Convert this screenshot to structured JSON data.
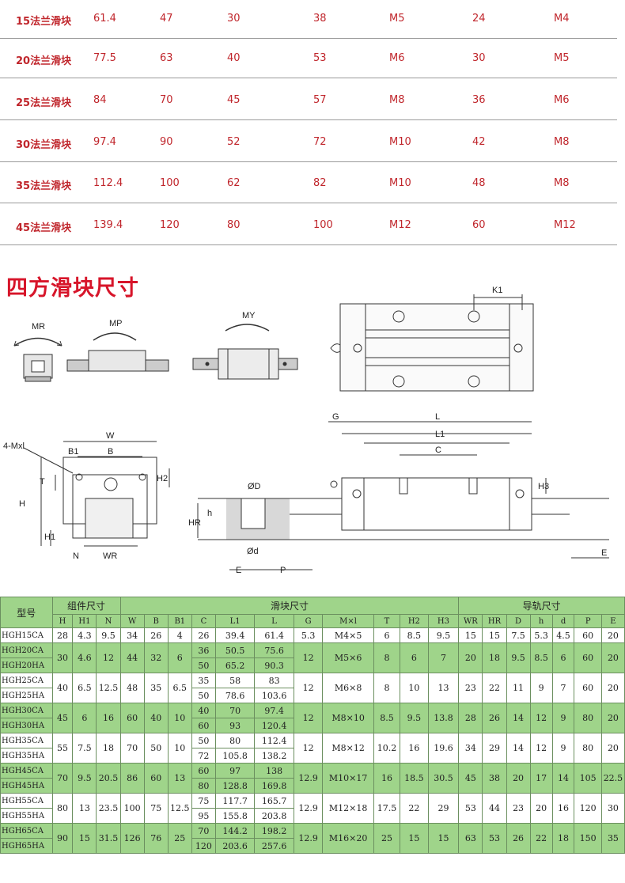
{
  "flange_table": {
    "rows": [
      [
        "15法兰滑块",
        "61.4",
        "47",
        "30",
        "38",
        "M5",
        "24",
        "M4"
      ],
      [
        "20法兰滑块",
        "77.5",
        "63",
        "40",
        "53",
        "M6",
        "30",
        "M5"
      ],
      [
        "25法兰滑块",
        "84",
        "70",
        "45",
        "57",
        "M8",
        "36",
        "M6"
      ],
      [
        "30法兰滑块",
        "97.4",
        "90",
        "52",
        "72",
        "M10",
        "42",
        "M8"
      ],
      [
        "35法兰滑块",
        "112.4",
        "100",
        "62",
        "82",
        "M10",
        "48",
        "M8"
      ],
      [
        "45法兰滑块",
        "139.4",
        "120",
        "80",
        "100",
        "M12",
        "60",
        "M12"
      ]
    ]
  },
  "section_title": "四方滑块尺寸",
  "drawing_labels": {
    "mr": "MR",
    "mp": "MP",
    "my": "MY",
    "k1": "K1",
    "w": "W",
    "b": "B",
    "b1": "B1",
    "mxl": "4-Mxl",
    "t": "T",
    "h": "H",
    "h1": "H1",
    "h2": "H2",
    "n": "N",
    "wr": "WR",
    "g": "G",
    "l": "L",
    "l1": "L1",
    "c": "C",
    "h3": "H3",
    "od": "ØD",
    "h_small": "h",
    "hr": "HR",
    "od_small": "Ød",
    "e": "E",
    "p": "P"
  },
  "spec_table": {
    "group_headers": {
      "model": "型号",
      "assembly": "组件尺寸",
      "block": "滑块尺寸",
      "rail": "导轨尺寸"
    },
    "columns": [
      "H",
      "H1",
      "N",
      "W",
      "B",
      "B1",
      "C",
      "L1",
      "L",
      "G",
      "M×l",
      "T",
      "H2",
      "H3",
      "WR",
      "HR",
      "D",
      "h",
      "d",
      "P",
      "E"
    ],
    "groups": [
      {
        "ca": "HGH15CA",
        "ha": "",
        "H": "28",
        "H1": "4.3",
        "N": "9.5",
        "W": "34",
        "B": "26",
        "B1": "4",
        "C": [
          "26"
        ],
        "L1": [
          "39.4"
        ],
        "L": [
          "61.4"
        ],
        "G": "5.3",
        "M": "M4×5",
        "T": "6",
        "H2": "8.5",
        "H3": "9.5",
        "WR": "15",
        "HR": "15",
        "D": "7.5",
        "h": "5.3",
        "d": "4.5",
        "P": "60",
        "E": "20"
      },
      {
        "ca": "HGH20CA",
        "ha": "HGH20HA",
        "H": "30",
        "H1": "4.6",
        "N": "12",
        "W": "44",
        "B": "32",
        "B1": "6",
        "C": [
          "36",
          "50"
        ],
        "L1": [
          "50.5",
          "65.2"
        ],
        "L": [
          "75.6",
          "90.3"
        ],
        "G": "12",
        "M": "M5×6",
        "T": "8",
        "H2": "6",
        "H3": "7",
        "WR": "20",
        "HR": "18",
        "D": "9.5",
        "h": "8.5",
        "d": "6",
        "P": "60",
        "E": "20"
      },
      {
        "ca": "HGH25CA",
        "ha": "HGH25HA",
        "H": "40",
        "H1": "6.5",
        "N": "12.5",
        "W": "48",
        "B": "35",
        "B1": "6.5",
        "C": [
          "35",
          "50"
        ],
        "L1": [
          "58",
          "78.6"
        ],
        "L": [
          "83",
          "103.6"
        ],
        "G": "12",
        "M": "M6×8",
        "T": "8",
        "H2": "10",
        "H3": "13",
        "WR": "23",
        "HR": "22",
        "D": "11",
        "h": "9",
        "d": "7",
        "P": "60",
        "E": "20"
      },
      {
        "ca": "HGH30CA",
        "ha": "HGH30HA",
        "H": "45",
        "H1": "6",
        "N": "16",
        "W": "60",
        "B": "40",
        "B1": "10",
        "C": [
          "40",
          "60"
        ],
        "L1": [
          "70",
          "93"
        ],
        "L": [
          "97.4",
          "120.4"
        ],
        "G": "12",
        "M": "M8×10",
        "T": "8.5",
        "H2": "9.5",
        "H3": "13.8",
        "WR": "28",
        "HR": "26",
        "D": "14",
        "h": "12",
        "d": "9",
        "P": "80",
        "E": "20"
      },
      {
        "ca": "HGH35CA",
        "ha": "HGH35HA",
        "H": "55",
        "H1": "7.5",
        "N": "18",
        "W": "70",
        "B": "50",
        "B1": "10",
        "C": [
          "50",
          "72"
        ],
        "L1": [
          "80",
          "105.8"
        ],
        "L": [
          "112.4",
          "138.2"
        ],
        "G": "12",
        "M": "M8×12",
        "T": "10.2",
        "H2": "16",
        "H3": "19.6",
        "WR": "34",
        "HR": "29",
        "D": "14",
        "h": "12",
        "d": "9",
        "P": "80",
        "E": "20"
      },
      {
        "ca": "HGH45CA",
        "ha": "HGH45HA",
        "H": "70",
        "H1": "9.5",
        "N": "20.5",
        "W": "86",
        "B": "60",
        "B1": "13",
        "C": [
          "60",
          "80"
        ],
        "L1": [
          "97",
          "128.8"
        ],
        "L": [
          "138",
          "169.8"
        ],
        "G": "12.9",
        "M": "M10×17",
        "T": "16",
        "H2": "18.5",
        "H3": "30.5",
        "WR": "45",
        "HR": "38",
        "D": "20",
        "h": "17",
        "d": "14",
        "P": "105",
        "E": "22.5"
      },
      {
        "ca": "HGH55CA",
        "ha": "HGH55HA",
        "H": "80",
        "H1": "13",
        "N": "23.5",
        "W": "100",
        "B": "75",
        "B1": "12.5",
        "C": [
          "75",
          "95"
        ],
        "L1": [
          "117.7",
          "155.8"
        ],
        "L": [
          "165.7",
          "203.8"
        ],
        "G": "12.9",
        "M": "M12×18",
        "T": "17.5",
        "H2": "22",
        "H3": "29",
        "WR": "53",
        "HR": "44",
        "D": "23",
        "h": "20",
        "d": "16",
        "P": "120",
        "E": "30"
      },
      {
        "ca": "HGH65CA",
        "ha": "HGH65HA",
        "H": "90",
        "H1": "15",
        "N": "31.5",
        "W": "126",
        "B": "76",
        "B1": "25",
        "C": [
          "70",
          "120"
        ],
        "L1": [
          "144.2",
          "203.6"
        ],
        "L": [
          "198.2",
          "257.6"
        ],
        "G": "12.9",
        "M": "M16×20",
        "T": "25",
        "H2": "15",
        "H3": "15",
        "WR": "63",
        "HR": "53",
        "D": "26",
        "h": "22",
        "d": "18",
        "P": "150",
        "E": "35"
      }
    ]
  }
}
